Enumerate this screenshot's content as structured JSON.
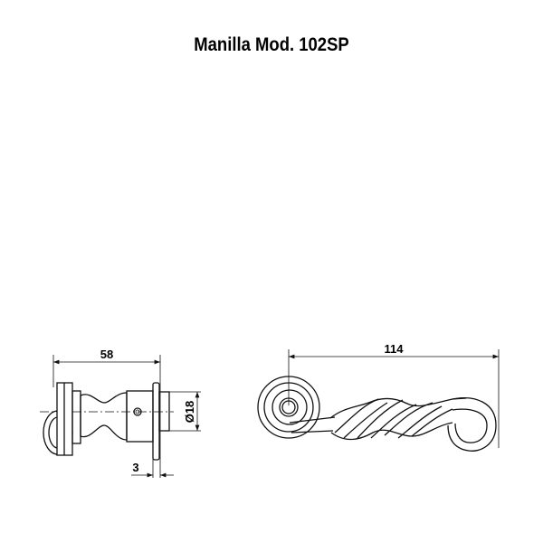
{
  "title": "Manilla Mod. 102SP",
  "side_view": {
    "length_label": "58",
    "diameter_label": "Ø18",
    "plate_label": "3"
  },
  "front_view": {
    "length_label": "114"
  }
}
